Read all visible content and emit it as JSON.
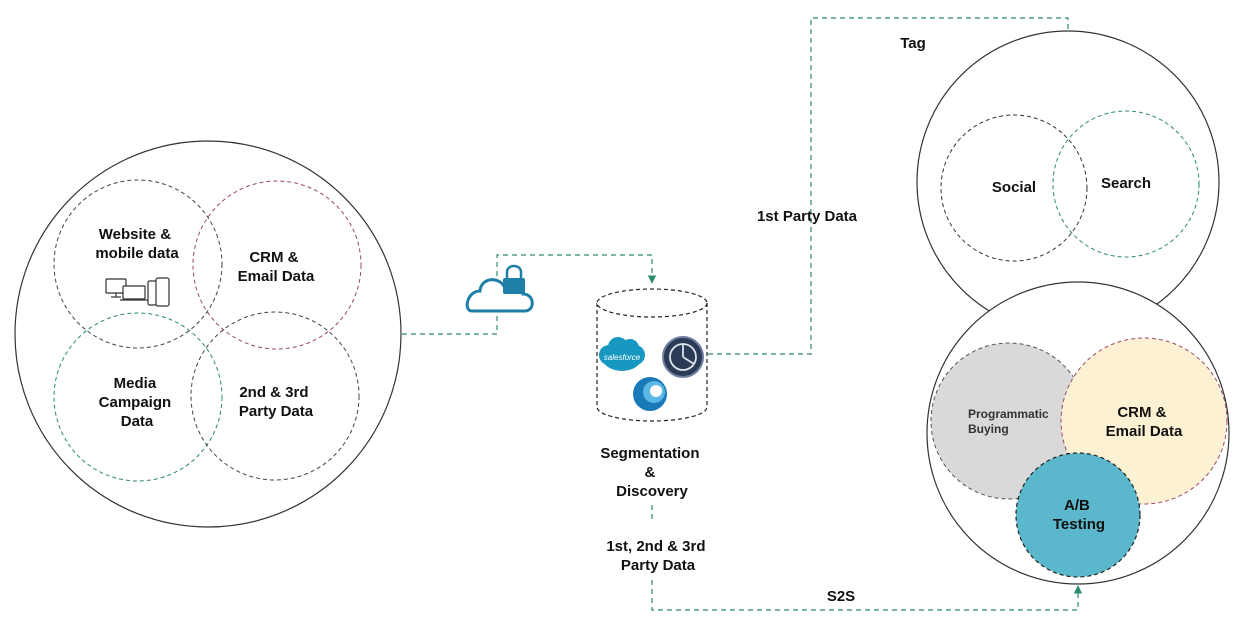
{
  "left_cluster": {
    "website": [
      "Website &",
      "mobile data"
    ],
    "crm": [
      "CRM &",
      "Email Data"
    ],
    "media": [
      "Media",
      "Campaign",
      "Data"
    ],
    "party": [
      "2nd & 3rd",
      "Party Data"
    ]
  },
  "center": {
    "segmentation": [
      "Segmentation",
      "&",
      "Discovery"
    ],
    "party_data": [
      "1st, 2nd & 3rd",
      "Party Data"
    ],
    "logos": {
      "salesforce": "salesforce"
    }
  },
  "connectors": {
    "first_party": "1st Party Data",
    "tag": "Tag",
    "s2s": "S2S"
  },
  "top_right": {
    "social": "Social",
    "search": "Search"
  },
  "bottom_right": {
    "programmatic": [
      "Programmatic",
      "Buying"
    ],
    "crm": [
      "CRM &",
      "Email Data"
    ],
    "ab": [
      "A/B",
      "Testing"
    ]
  },
  "colors": {
    "outline": "#333333",
    "green_dash": "#2e8b6a",
    "pink_dash": "#9b4a6a",
    "cloud": "#1f7fa6",
    "programmatic_fill": "#d9d9d9",
    "crm_fill": "#fdf1d4",
    "ab_fill": "#5bb8cc"
  }
}
